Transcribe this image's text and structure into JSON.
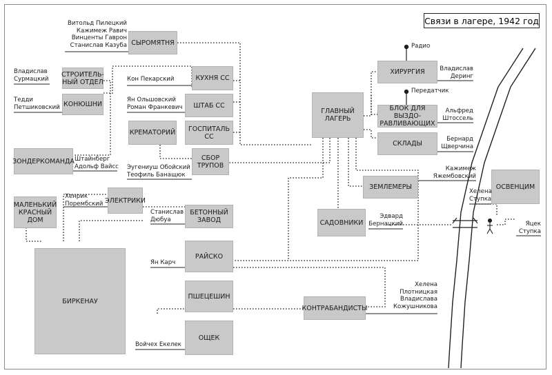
{
  "title": "Связи в лагере, 1942 год",
  "nodes": {
    "syromyatnya": "СЫРОМЯТНЯ",
    "stroitelny": "СТРОИТЕЛЬ-\nНЫЙ ОТДЕЛ",
    "konyushni": "КОНЮШНИ",
    "kukhnya": "КУХНЯ СС",
    "shtab": "ШТАБ СС",
    "krematoriy": "КРЕМАТОРИЙ",
    "gospital": "ГОСПИТАЛЬ СС",
    "zonderkomanda": "ЗОНДЕРКОМАНДА",
    "sbor": "СБОР\nТРУПОВ",
    "malenkiy": "МАЛЕНЬКИЙ\nКРАСНЫЙ\nДОМ",
    "elektriki": "ЭЛЕКТРИКИ",
    "betonny": "БЕТОННЫЙ\nЗАВОД",
    "birkenau": "БИРКЕНАУ",
    "glavny": "ГЛАВНЫЙ\nЛАГЕРЬ",
    "khirurgiya": "ХИРУРГИЯ",
    "blok": "БЛОК ДЛЯ ВЫЗДО-\nРАВЛИВАЮЩИХ",
    "sklady": "СКЛАДЫ",
    "zemlemery": "ЗЕМЛЕМЕРЫ",
    "sadovniki": "САДОВНИКИ",
    "rayisko": "РАЙСКО",
    "pshetseshin": "ПШЕЦЕШИН",
    "oshchek": "ОЩЕК",
    "kontrabandisty": "КОНТРАБАНДИСТЫ",
    "osventsim": "ОСВЕНЦИМ"
  },
  "labels": {
    "pilecki": "Витольд Пилецкий\nКажимеж Равич\nВинценты Гаврон\nСтанислав Казуба",
    "surmacki": "Владислав\nСурмацкий",
    "teddy": "Тедди\nПетшиковский",
    "pekarsky": "Кон Пекарский",
    "olshovsky": "Ян Ольшовский\nРоман Франкевич",
    "shtainberg": "Штайнберг\nАдольф Вайсс",
    "oboysky": "Эугениуш Обойский\nТеофиль Банащюк",
    "poremba": "Хенрик\nПорембский",
    "dyuba": "Станислав\nДюбуа",
    "karch": "Ян Карч",
    "ekelek": "Войчех Екелек",
    "radio": "Радио",
    "dering": "Владислав\nДеринг",
    "peredatchik": "Передатчик",
    "shtossel": "Альфред\nШтоссель",
    "shchverchina": "Бернард\nЩверчина",
    "yazhembovsky": "Кажимеж\nЯжембовский",
    "bernacky": "Эдвард\nБернацкий",
    "plotnicka": "Хелена\nПлотницкая\nВладислава\nКожушникова",
    "stupka_h": "Хелена\nСтупка",
    "stupka_ya": "Яцек\nСтупка"
  }
}
